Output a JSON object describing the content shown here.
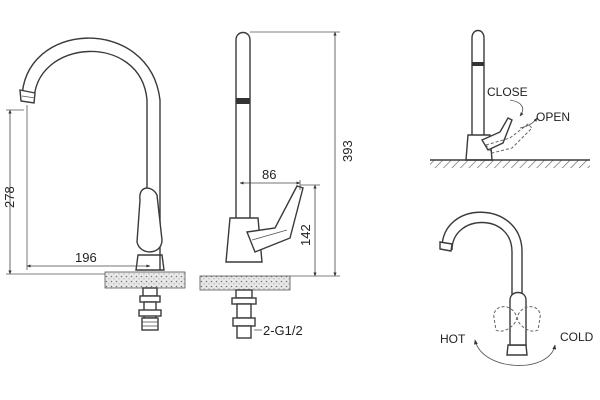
{
  "dimensions": {
    "height_left": "278",
    "reach_left": "196",
    "height_total": "393",
    "lever_reach": "86",
    "lever_height": "142",
    "connection": "2-G1/2"
  },
  "labels": {
    "close": "CLOSE",
    "open": "OPEN",
    "hot": "HOT",
    "cold": "COLD"
  }
}
